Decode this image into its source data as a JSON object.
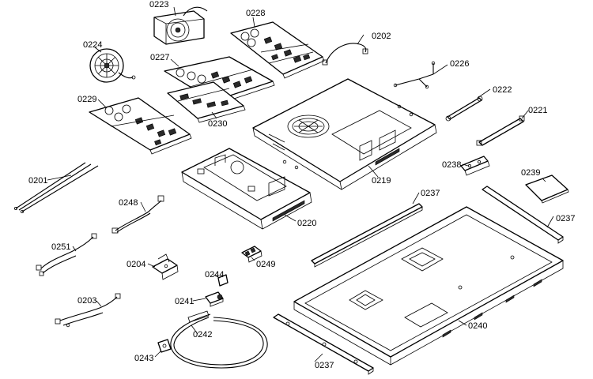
{
  "labels": {
    "p0223": "0223",
    "p0228": "0228",
    "p0202": "0202",
    "p0224": "0224",
    "p0227": "0227",
    "p0226": "0226",
    "p0222": "0222",
    "p0229": "0229",
    "p0230": "0230",
    "p0221": "0221",
    "p0201": "0201",
    "p0219": "0219",
    "p0238": "0238",
    "p0239": "0239",
    "p0237a": "0237",
    "p0237b": "0237",
    "p0237c": "0237",
    "p0248": "0248",
    "p0220": "0220",
    "p0251": "0251",
    "p0204": "0204",
    "p0249": "0249",
    "p0244": "0244",
    "p0241": "0241",
    "p0203": "0203",
    "p0240": "0240",
    "p0242": "0242",
    "p0243": "0243"
  }
}
